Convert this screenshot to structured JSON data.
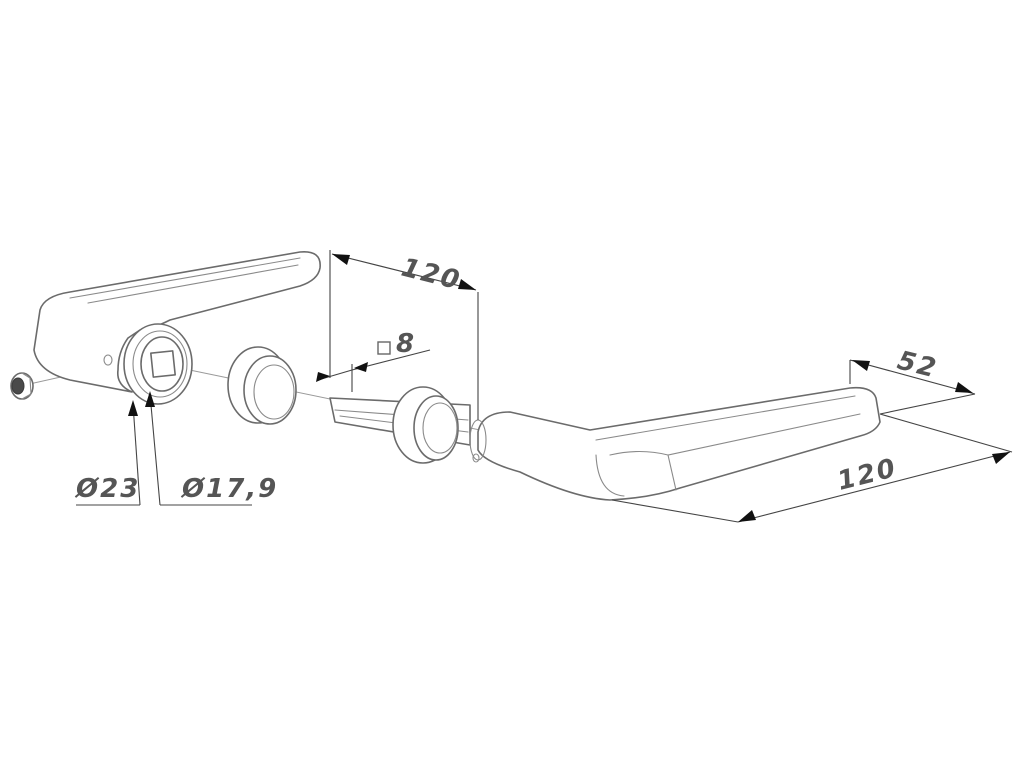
{
  "dimensions": {
    "rose_depth": "120",
    "spindle_square": "8",
    "handle_depth": "52",
    "handle_length": "120",
    "outer_diameter": "Ø23",
    "inner_diameter": "Ø17,9"
  },
  "colors": {
    "line": "#6b6b6b",
    "dimension_text": "#555555",
    "arrow": "#111111"
  }
}
